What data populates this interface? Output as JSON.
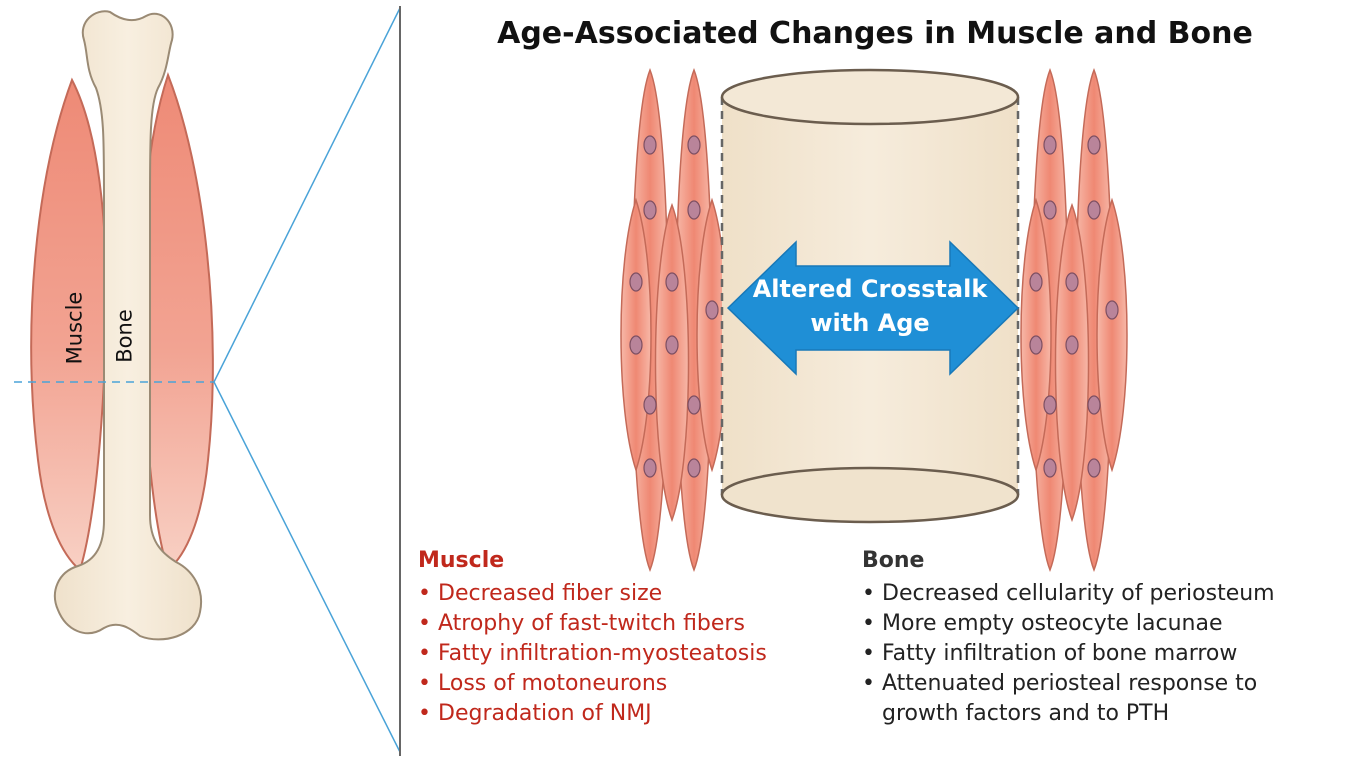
{
  "title": "Age-Associated Changes in Muscle and Bone",
  "arrow": {
    "line1": "Altered Crosstalk",
    "line2": "with Age"
  },
  "limb_labels": {
    "muscle": "Muscle",
    "bone": "Bone"
  },
  "muscle": {
    "heading": "Muscle",
    "items": [
      "Decreased fiber size",
      "Atrophy of fast-twitch fibers",
      "Fatty infiltration-myosteatosis",
      "Loss of motoneurons",
      "Degradation of NMJ"
    ]
  },
  "bone": {
    "heading": "Bone",
    "items": [
      "Decreased cellularity of periosteum",
      "More empty osteocyte lacunae",
      "Fatty infiltration of bone marrow",
      "Attenuated periosteal response to growth factors and to PTH"
    ]
  },
  "colors": {
    "muscle_fill": "#f0907e",
    "muscle_light": "#f9d3c8",
    "bone_fill": "#f3e6d2",
    "bone_stroke": "#9a8a74",
    "arrow_blue": "#1f8fd6",
    "muscle_text": "#c0281c",
    "guide_line": "#4aa3d8"
  }
}
